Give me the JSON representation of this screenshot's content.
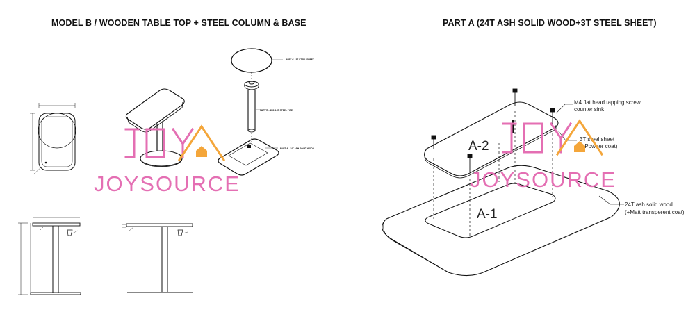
{
  "titles": {
    "left": "MODEL B / WOODEN TABLE TOP + STEEL COLUMN & BASE",
    "right": "PART A (24T ASH SOLID WOOD+3T STEEL SHEET)"
  },
  "exploded_labels": {
    "part_c": "PART C - 3T STEEL SHEET",
    "part_b": "PART B - Ø60 3.5T STEEL PIPE",
    "part_a": "PART A - 24T ASH SOLID WOOD"
  },
  "detail_labels": {
    "a2": "A-2",
    "a1": "A-1",
    "screw": "M4 flat head tapping screw",
    "screw_sub": "counter sink",
    "steel": "3T steel sheet",
    "steel_sub": "(+Powder coat)",
    "wood": "24T ash solid wood",
    "wood_sub": "(+Matt transperent coat)"
  },
  "watermark": {
    "logo": "JOY",
    "brand": "JOYSOURCE",
    "color": "#e46fb3",
    "accent": "#f4a63a"
  }
}
